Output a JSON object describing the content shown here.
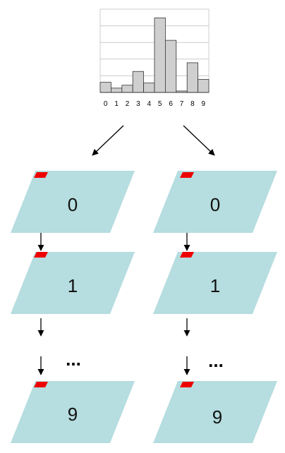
{
  "colors": {
    "card_fill": "#b6dde0",
    "marker": "#ee0000",
    "bar_fill": "#cfcfcf",
    "bar_stroke": "#333333",
    "grid": "#cccccc",
    "arrow": "#000000"
  },
  "chart_data": {
    "type": "bar",
    "categories": [
      "0",
      "1",
      "2",
      "3",
      "4",
      "5",
      "6",
      "7",
      "8",
      "9"
    ],
    "values": [
      14,
      6,
      10,
      29,
      13,
      103,
      72,
      2,
      41,
      18
    ],
    "ylim": [
      0,
      115
    ],
    "grid": true,
    "title": "",
    "xlabel": "",
    "ylabel": ""
  },
  "stacks": {
    "left": {
      "labels": [
        "0",
        "1",
        "9"
      ],
      "ellipsis": "..."
    },
    "right": {
      "labels": [
        "0",
        "1",
        "9"
      ],
      "ellipsis": "..."
    }
  }
}
